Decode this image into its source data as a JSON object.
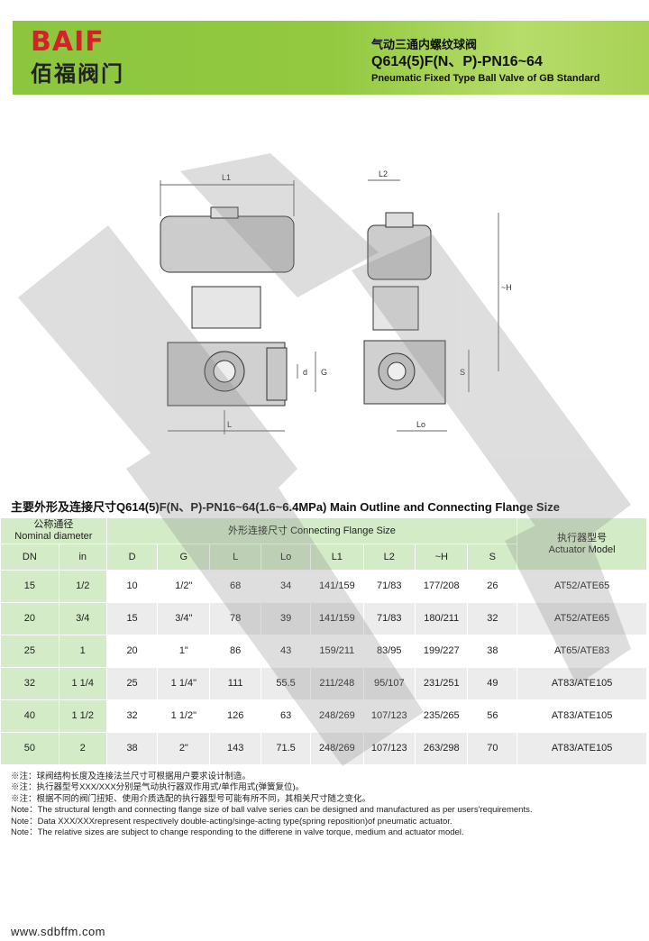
{
  "header": {
    "logo_en": "BAIF",
    "logo_cn": "佰福阀门",
    "title_cn": "气动三通内螺纹球阀",
    "model": "Q614(5)F(N、P)-PN16~64",
    "title_en": "Pneumatic Fixed Type Ball  Valve of GB Standard"
  },
  "drawing": {
    "labels": {
      "L1": "L1",
      "L2": "L2",
      "H": "~H",
      "L": "L",
      "Lo": "Lo",
      "d": "d",
      "G": "G",
      "S": "S"
    }
  },
  "table": {
    "title": "主要外形及连接尺寸Q614(5)F(N、P)-PN16~64(1.6~6.4MPa) Main Outline and Connecting Flange Size",
    "group_nominal_cn": "公称通径",
    "group_nominal_en": "Nominal diameter",
    "group_conn": "外形连接尺寸 Connecting Flange Size",
    "actuator_cn": "执行器型号",
    "actuator_en": "Actuator Model",
    "columns": [
      "DN",
      "in",
      "D",
      "G",
      "L",
      "Lo",
      "L1",
      "L2",
      "~H",
      "S"
    ],
    "rows": [
      [
        "15",
        "1/2",
        "10",
        "1/2\"",
        "68",
        "34",
        "141/159",
        "71/83",
        "177/208",
        "26",
        "AT52/ATE65"
      ],
      [
        "20",
        "3/4",
        "15",
        "3/4\"",
        "78",
        "39",
        "141/159",
        "71/83",
        "180/211",
        "32",
        "AT52/ATE65"
      ],
      [
        "25",
        "1",
        "20",
        "1\"",
        "86",
        "43",
        "159/211",
        "83/95",
        "199/227",
        "38",
        "AT65/ATE83"
      ],
      [
        "32",
        "1 1/4",
        "25",
        "1 1/4\"",
        "111",
        "55.5",
        "211/248",
        "95/107",
        "231/251",
        "49",
        "AT83/ATE105"
      ],
      [
        "40",
        "1 1/2",
        "32",
        "1 1/2\"",
        "126",
        "63",
        "248/269",
        "107/123",
        "235/265",
        "56",
        "AT83/ATE105"
      ],
      [
        "50",
        "2",
        "38",
        "2\"",
        "143",
        "71.5",
        "248/269",
        "107/123",
        "263/298",
        "70",
        "AT83/ATE105"
      ]
    ]
  },
  "notes": [
    "※注：球阀结构长度及连接法兰尺寸可根据用户要求设计制造。",
    "※注：执行器型号XXX/XXX分别是气动执行器双作用式/单作用式(弹簧复位)。",
    "※注：根据不同的阀门扭矩、使用介质选配的执行器型号可能有所不同，其相关尺寸随之变化。",
    "Note：The structural length and connecting flange size of ball valve series can be designed and manufactured as per users'requirements.",
    "Note：Data XXX/XXXrepresent respectively double-acting/singe-acting type(spring reposition)of pneumatic actuator.",
    "Note：The relative sizes are subject to change responding to the differene in valve torque, medium and actuator model."
  ],
  "footer": {
    "url": "www.sdbffm.com"
  }
}
